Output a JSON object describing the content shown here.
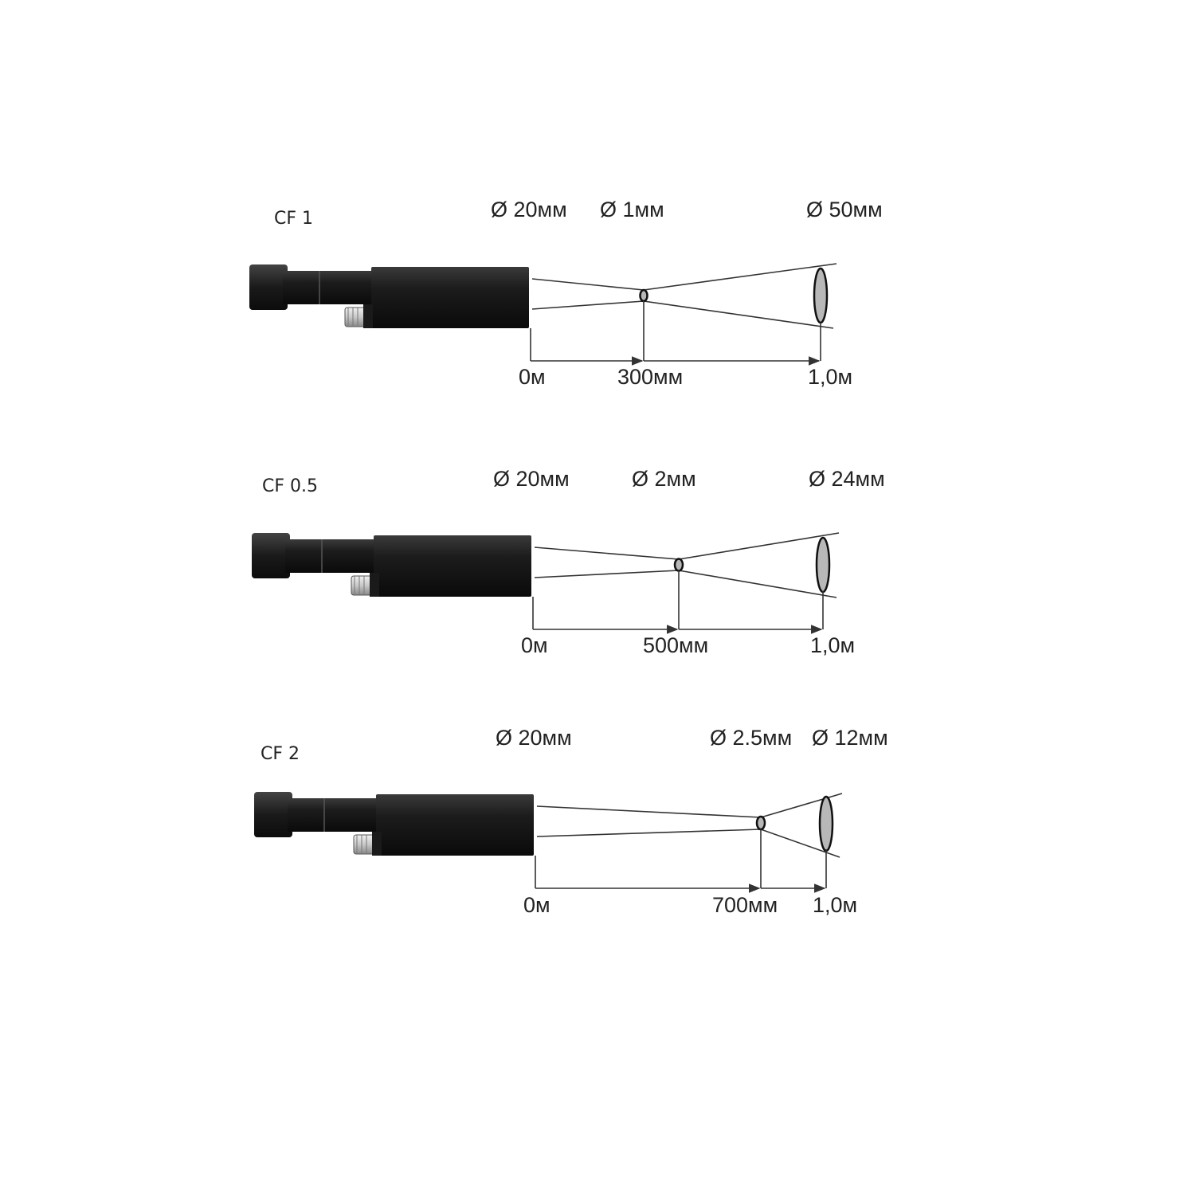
{
  "panels": [
    {
      "title": "CF 1",
      "diameters": {
        "aperture": "Ø 20мм",
        "focus": "Ø 1мм",
        "end": "Ø 50мм"
      },
      "distances": {
        "start": "0м",
        "focus": "300мм",
        "end": "1,0м"
      },
      "focus_distance_m": 0.3
    },
    {
      "title": "CF 0.5",
      "diameters": {
        "aperture": "Ø 20мм",
        "focus": "Ø 2мм",
        "end": "Ø 24мм"
      },
      "distances": {
        "start": "0м",
        "focus": "500мм",
        "end": "1,0м"
      },
      "focus_distance_m": 0.5
    },
    {
      "title": "CF 2",
      "diameters": {
        "aperture": "Ø 20мм",
        "focus": "Ø 2.5мм",
        "end": "Ø 12мм"
      },
      "distances": {
        "start": "0м",
        "focus": "700мм",
        "end": "1,0м"
      },
      "focus_distance_m": 0.7
    }
  ]
}
